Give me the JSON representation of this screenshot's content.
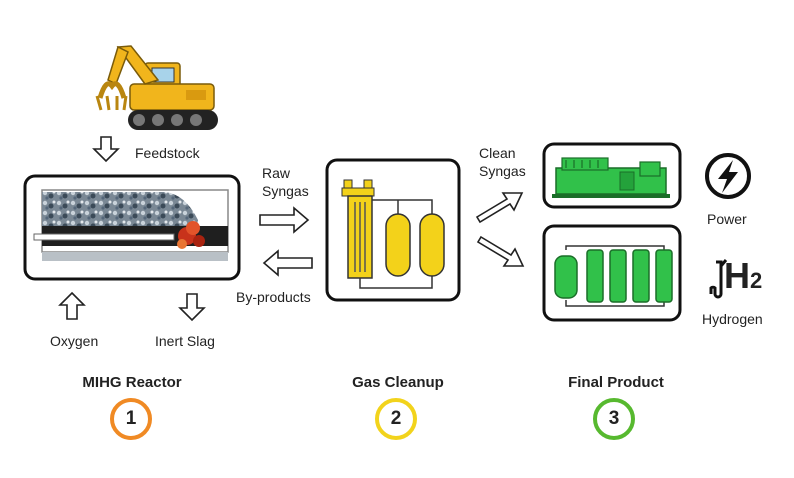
{
  "labels": {
    "feedstock": "Feedstock",
    "raw_syngas_1": "Raw",
    "raw_syngas_2": "Syngas",
    "clean_syngas_1": "Clean",
    "clean_syngas_2": "Syngas",
    "by_products": "By-products",
    "oxygen": "Oxygen",
    "inert_slag": "Inert Slag",
    "power": "Power",
    "hydrogen": "Hydrogen",
    "h2_symbol": "H",
    "h2_subscript": "2"
  },
  "stages": [
    {
      "title": "MIHG Reactor",
      "number": "1",
      "color": "#f08a24"
    },
    {
      "title": "Gas Cleanup",
      "number": "2",
      "color": "#f2d31c"
    },
    {
      "title": "Final Product",
      "number": "3",
      "color": "#57b92f"
    }
  ],
  "icons": {
    "excavator": "excavator-icon",
    "power": "lightning-bolt-icon",
    "hydrogen": "hydrogen-fuel-icon"
  }
}
